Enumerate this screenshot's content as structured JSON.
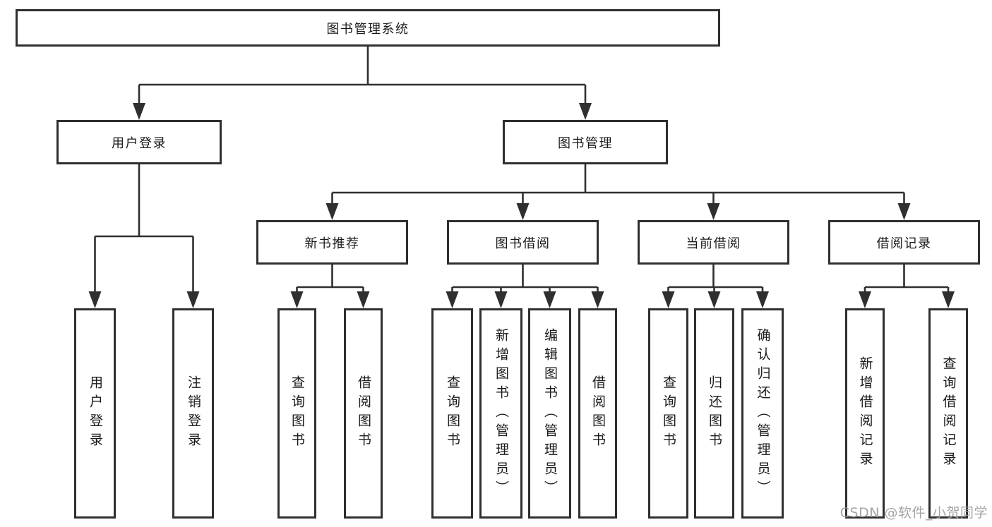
{
  "diagram": {
    "tree": {
      "label": "图书管理系统",
      "children": [
        {
          "label": "用户登录",
          "children": [
            {
              "label": "用户登录"
            },
            {
              "label": "注销登录"
            }
          ]
        },
        {
          "label": "图书管理",
          "children": [
            {
              "label": "新书推荐",
              "children": [
                {
                  "label": "查询图书"
                },
                {
                  "label": "借阅图书"
                }
              ]
            },
            {
              "label": "图书借阅",
              "children": [
                {
                  "label": "查询图书"
                },
                {
                  "label": "新增图书（管理员）"
                },
                {
                  "label": "编辑图书（管理员）"
                },
                {
                  "label": "借阅图书"
                }
              ]
            },
            {
              "label": "当前借阅",
              "children": [
                {
                  "label": "查询图书"
                },
                {
                  "label": "归还图书"
                },
                {
                  "label": "确认归还（管理员）"
                }
              ]
            },
            {
              "label": "借阅记录",
              "children": [
                {
                  "label": "新增借阅记录"
                },
                {
                  "label": "查询借阅记录"
                }
              ]
            }
          ]
        }
      ]
    },
    "colors": {
      "line": "#2f2f2f",
      "text": "#1a1a1a",
      "box_background": "#ffffff",
      "watermark": "#9b9b9b"
    }
  },
  "watermark": "CSDN @软件_小贺同学"
}
